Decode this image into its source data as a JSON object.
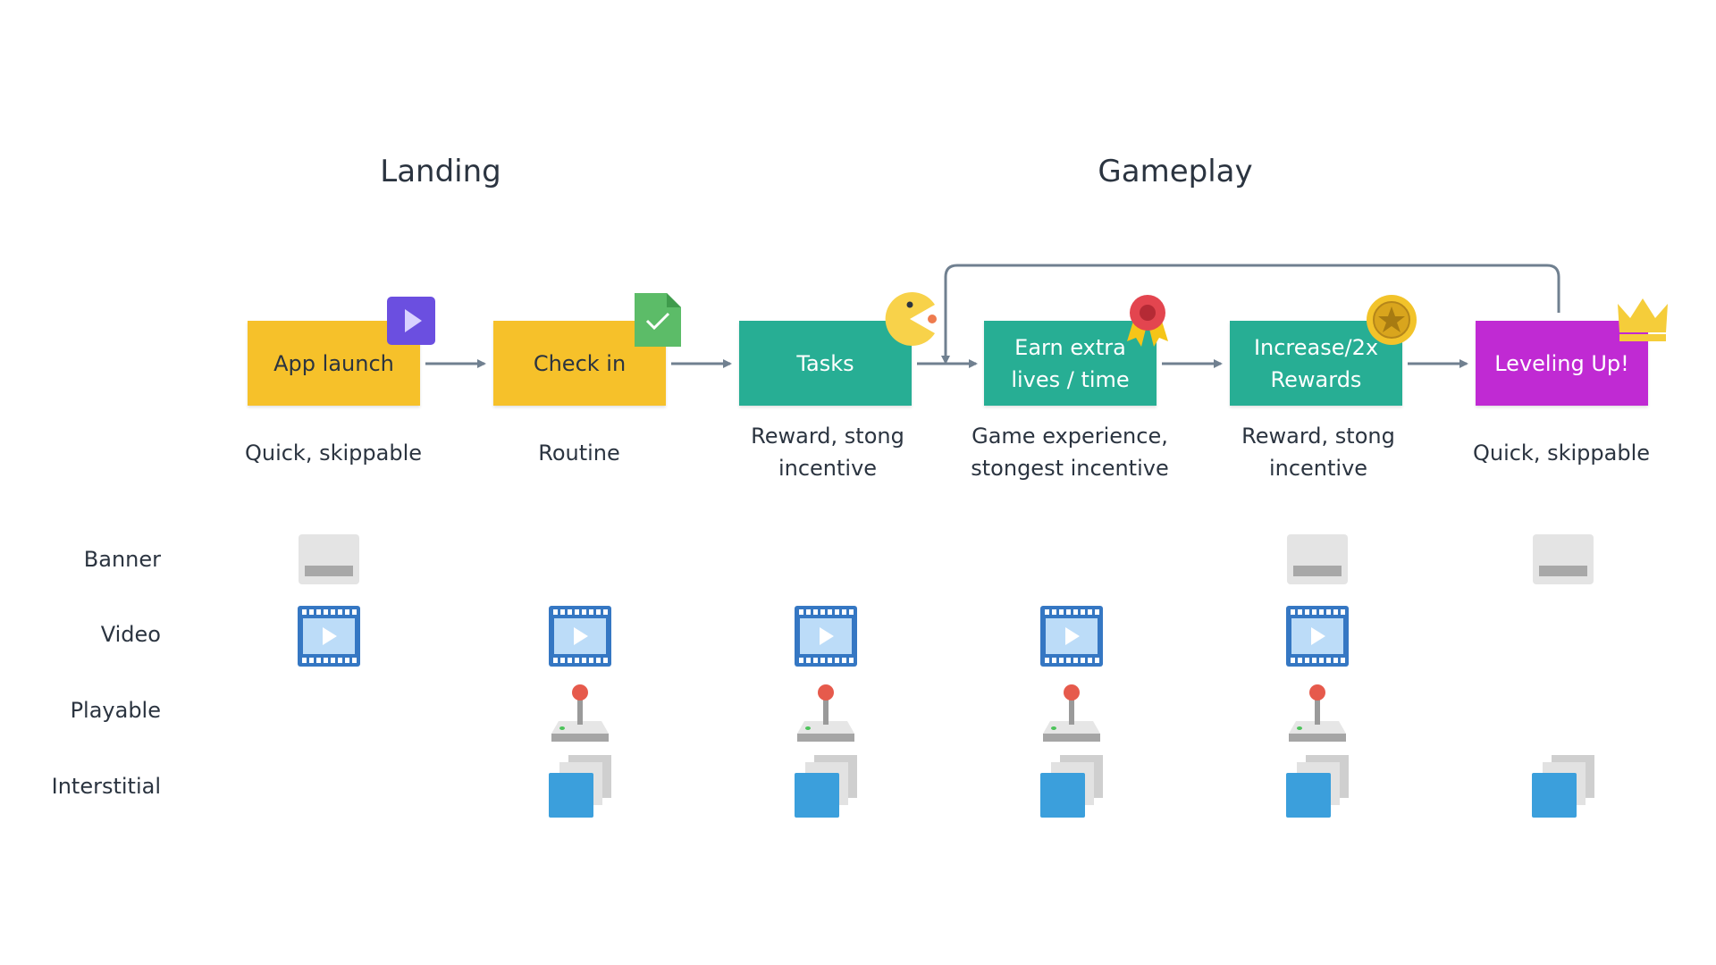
{
  "sections": {
    "landing": "Landing",
    "gameplay": "Gameplay"
  },
  "nodes": [
    {
      "label": "App launch",
      "caption": "Quick, skippable",
      "color": "#f6c12a",
      "badge": "play-icon"
    },
    {
      "label": "Check in",
      "caption": "Routine",
      "color": "#f6c12a",
      "badge": "check-document-icon"
    },
    {
      "label": "Tasks",
      "caption": "Reward, stong\nincentive",
      "color": "#27ae94",
      "badge": "pacman-icon"
    },
    {
      "label": "Earn extra\nlives / time",
      "caption": "Game experience,\nstongest incentive",
      "color": "#27ae94",
      "badge": "ribbon-award-icon"
    },
    {
      "label": "Increase/2x\nRewards",
      "caption": "Reward, stong\nincentive",
      "color": "#27ae94",
      "badge": "star-coin-icon"
    },
    {
      "label": "Leveling Up!",
      "caption": "Quick, skippable",
      "color": "#c02ad3",
      "badge": "crown-icon"
    }
  ],
  "row_labels": [
    "Banner",
    "Video",
    "Playable",
    "Interstitial"
  ],
  "ad_matrix": {
    "banner": [
      true,
      false,
      false,
      false,
      true,
      true
    ],
    "video": [
      true,
      true,
      true,
      true,
      true,
      false
    ],
    "playable": [
      false,
      true,
      true,
      true,
      true,
      false
    ],
    "interstitial": [
      false,
      true,
      true,
      true,
      true,
      true
    ]
  },
  "icons": {
    "banner": "banner-icon",
    "video": "film-strip-icon",
    "playable": "joystick-icon",
    "interstitial": "interstitial-icon"
  },
  "colors": {
    "arrow": "#708090",
    "landing": "#f6c12a",
    "gameplay": "#27ae94",
    "levelup": "#c02ad3"
  }
}
